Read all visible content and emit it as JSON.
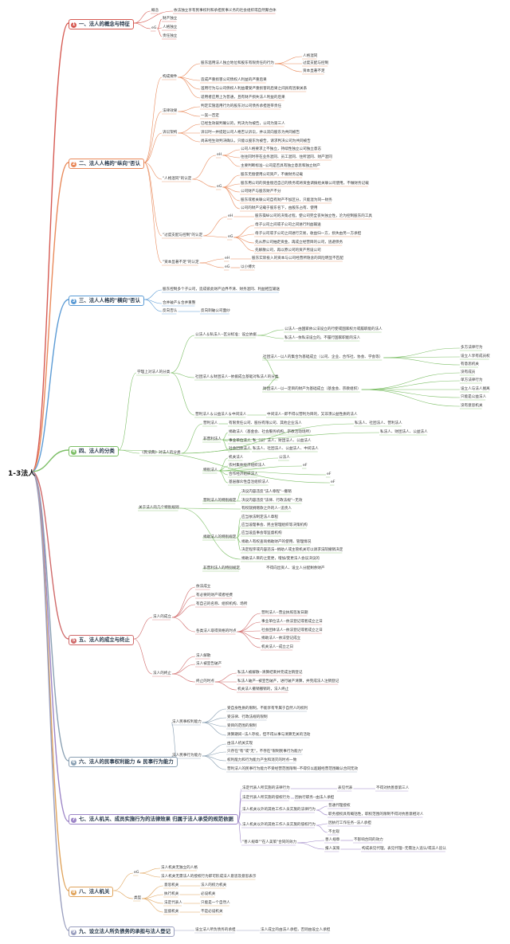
{
  "root": "1-3法人",
  "colors": {
    "c1": "#d65a52",
    "c2": "#e98a5b",
    "c3": "#5b9bd5",
    "c4": "#7dbf67",
    "c5": "#d06a6a",
    "c6": "#8aa0b3",
    "c7": "#9d86c7",
    "c8": "#e0a45c",
    "c9": "#9a9fbf"
  },
  "chapters": [
    {
      "num": "1",
      "title": "一、法人的概念与特征"
    },
    {
      "num": "2",
      "title": "二、法人人格的\"纵向\"否认"
    },
    {
      "num": "3",
      "title": "三、法人人格的\"横向\"否认"
    },
    {
      "num": "4",
      "title": "四、法人的分类"
    },
    {
      "num": "5",
      "title": "五、法人的成立与终止"
    },
    {
      "num": "6",
      "title": "六、法人的民事权利能力 & 民事行为能力"
    },
    {
      "num": "7",
      "title": "七、法人机关、成员实施行为的法律效果 归属于法人承受的规范依据"
    },
    {
      "num": "8",
      "title": "八、法人机关"
    },
    {
      "num": "9",
      "title": "九、设立法人所负债务的承担与法人登记"
    }
  ],
  "ch1": [
    "概念",
    "依法独立享有民事权利和承担民事义务的社会组织或自然聚合体",
    "eG",
    "财产独立",
    "人格独立",
    "责任独立"
  ],
  "ch2": [
    "构成要件",
    "股东滥用法人独立地位和股东有限责任的行为",
    "人格混同",
    "过度支配与控制",
    "资本显著不足",
    "造成严重损害公司债权人利益的严重后果",
    "滥用行为与公司债权人利益遭受严重损害的后果之间具有因果关系",
    "适用者应用上为普通，且有财产损失法人利益的后果",
    "法律效果",
    "判定实施滥用行为的股东对公司债务承担连带责任",
    "一案一否定",
    "诉讼架构",
    "已经生效裁判确认的，判决为为被告，公司为第三人",
    "诉讼时一并提起公司人格否认诉讼，并以双向股东为共同被告",
    "尚未经生效判决确认，只能以股东为被告，请求判决公司为共同被告",
    "\"人格混同\"的认定",
    "eH",
    "公司人格要求上不独立，持续性独立公司独立意志",
    "往往同时存在业务混同、员工混同、住所混同、财产混同",
    "主要判断标准--公司是否具有独立意思和独立财产",
    "eG",
    "股东无偿使用公司资产，不做财务记载",
    "股东用公司的资金偿还自己的债务或将资金调拨给关联公司使用，不做财务记载",
    "公司财产与股东财产不分",
    "股东或者关联公司自有财产不加区分，只能混为同一财务",
    "公司的财产记载于股东名下，由股东占有、使用",
    "\"过度支配与控制\"的认定",
    "eH",
    "股东操纵公司的决策过程，使公司完全丧失独立性，沦为控制股东的工具",
    "eG",
    "母子公司之间或子公司之间进行利益输送",
    "母子公司或子公司之间进行交易，收益归一方，损失由另一方承担",
    "先从原公司抽走资金，再成立经营目的公司，逃避债务",
    "先解散公司，再以原公司的资产另设公司",
    "\"资本显著不足\"的认定",
    "eH",
    "股东实际投入的资本与公司经营所隐含的风险明显不匹配",
    "eG",
    "以小搏大"
  ],
  "ch3": [
    "股东控制多个子公司，造成彼此财产边界不清、财务混同、利益相互输送",
    "合并破产＆合并重整",
    "反向否认",
    "反向刺破公司面纱"
  ],
  "ch4": [
    "学理上对法人的分类",
    "公法人＆私法人--区分标准：设立依据",
    "公法人--由国家依公法设立的行使或国家权力或履职能的法人",
    "私法人--依私法设立的，不履行国家职能的法人",
    "社团法人＆财团法人--依据成立基础对私法人的分类",
    "社团法人--以人的集合为基础成立（公司、企业、合作社、协会、学会等）",
    "多方法律行为",
    "设立人享有成员权",
    "有意思机关",
    "财团法人--以一定目的财产为基础成立（基金会、宗教组织）",
    "没有成员",
    "单方法律行为",
    "设立人与法人脱离",
    "只能是公益法人",
    "没有意思机关",
    "营利法人＆公益法人＆中间法人",
    "中间法人--即不得以营利为目的，又非须公益性质的法人",
    "《民法典》对法人的分类",
    "营利法人",
    "有限责任公司、股份有限公司、其他企业法人",
    "私法人、社团法人、营利法人",
    "非营利法人",
    "捐助法人（基金会、社会服务机构、宗教活动场所）",
    "私法人、财团法人、公益法人",
    "事业单位法人",
    "私（公）法人、财团法人、公益法人",
    "社会团体法人",
    "私法人、社团法人、公益法人、中间法人",
    "特别法人",
    "机关法人",
    "公法人",
    "农村集体经济组织法人",
    "eF",
    "合作经济组织法人",
    "eF",
    "基层群众性自治组织法人",
    "eF",
    "关于法人的几个特别规则",
    "营利法人的特别规定",
    "决议内容违反\"法人章程\"--撤销",
    "决议内容违反\"法律、行政法规\"--无效",
    "有权就捐赠款之外的人--追责人",
    "捐助法人的特别规定",
    "应当依法制定法人章程",
    "应当设理事会、民主管理组织等决策机构",
    "应当设监事会等监督机构",
    "捐助人有权查询捐助财产的使用、管理情况",
    "决定程序或内容违法--捐助人或主管机关可以请求法院撤销决定",
    "捐助法人目的之变更，增加/变更法人会议决议的",
    "非营利法人的特别规定",
    "不得向出资人、设立人分配剩余财产"
  ],
  "ch5": [
    "法人的成立",
    "依法成立",
    "有必要的财产或者经费",
    "有自己的名称、组织机构、场所",
    "各类法人取得资格的时点",
    "营利法人--营业执照签发日期",
    "事业单位法人--依法登记或者成立之日",
    "社会团体法人--依法登记或者成立之日",
    "捐助法人--依法登记成立",
    "机关法人--成立之日",
    "法人的终止",
    "法人解散",
    "法人被宣告破产",
    "终止的时点",
    "私法人被解散--清算结束并完成注销登记",
    "私法人破产--被宣告破产，进行破产清算，并完成法人注销登记",
    "机关法人撤销撤销的，法人终止"
  ],
  "ch6": [
    "法人民事权利能力",
    "受自身性质的限制，不能享有专属于自然人的权利",
    "受法律、行政法规的限制",
    "受目的范围的限制",
    "清算期间--法人存续，但不得从事与清算无关的活动",
    "法人民事行为能力",
    "由法人机关实现",
    "只存在\"有\"或\"无\"，不存在\"限制民事行为能力\"",
    "权利能力和行为能力产生和消灭的时点一致",
    "营利法人的民事行为能力不受经营范围限制--不得仅以超越经营范围确认合同无效"
  ],
  "ch7": [
    "法定代表人所实施的法律行为",
    "表见代表",
    "不得对抗善意第三人",
    "法定代表人所实施的侵权行为",
    "因执行职务--由法人承担",
    "法人机关以外的其他工作人员实施的法律行为",
    "普通代理授权",
    "职务授权具有概括性，职权范围的限制不得对抗善意相对人",
    "法人机关以外的其他工作人员实施的侵权行为",
    "因执行工作任务--法人承担",
    "不主观",
    "\"善人规章\"\"在人美策\"合同的效力",
    "善人规章",
    "不影响合同的效力",
    "报人美策",
    "构成表见代理，表见代理--无需注入追认/或法人追认"
  ],
  "ch8": [
    "eG",
    "法人机关无独立的人格",
    "法人机关无需法人的授权行为即可形成法人意思及意思表示",
    "类型",
    "意思机关",
    "法人的权力机关",
    "执行机关",
    "必设机关",
    "法定代表人",
    "只能是一个自然人",
    "监督机关",
    "不是必设机关"
  ],
  "ch9": [
    "设立法人所负债务的承担",
    "法人成立的由法人承担，否则由设立人承担"
  ]
}
